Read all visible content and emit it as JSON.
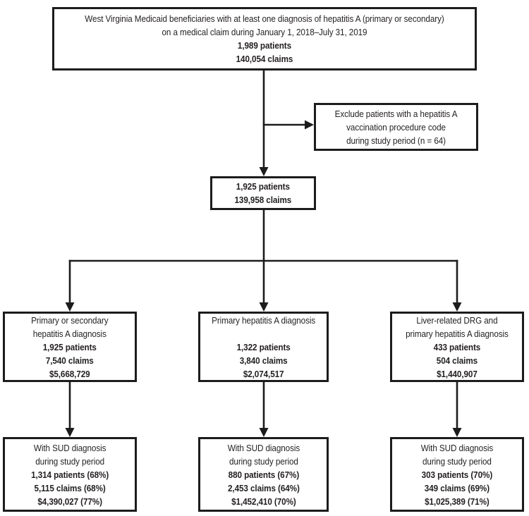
{
  "diagram": {
    "type": "flowchart",
    "colors": {
      "line": "#1c1c1c",
      "text": "#231f20",
      "background": "#ffffff"
    },
    "boxes": {
      "initial": {
        "lines": [
          "West Virginia Medicaid beneficiaries with at least one diagnosis of hepatitis A (primary or secondary)",
          "on a medical claim during January 1, 2018–July 31, 2019",
          "1,989 patients",
          "140,054 claims"
        ]
      },
      "exclusion": {
        "lines": [
          "Exclude patients with a hepatitis A",
          "vaccination procedure code",
          "during study period (n = 64)"
        ]
      },
      "post_exclusion": {
        "lines": [
          "1,925 patients",
          "139,958 claims"
        ]
      },
      "primary_or_secondary": {
        "title_lines": [
          "Primary or secondary",
          "hepatitis A diagnosis"
        ],
        "stats": [
          "1,925 patients",
          "7,540 claims",
          "$5,668,729"
        ]
      },
      "primary": {
        "title_lines": [
          "Primary hepatitis A diagnosis"
        ],
        "stats": [
          "1,322 patients",
          "3,840 claims",
          "$2,074,517"
        ]
      },
      "liver_drg": {
        "title_lines": [
          "Liver-related DRG and",
          "primary hepatitis A diagnosis"
        ],
        "stats": [
          "433 patients",
          "504 claims",
          "$1,440,907"
        ]
      },
      "sud_primary_or_secondary": {
        "title_lines": [
          "With SUD diagnosis",
          "during study period"
        ],
        "stats": [
          "1,314 patients (68%)",
          "5,115 claims (68%)",
          "$4,390,027 (77%)"
        ]
      },
      "sud_primary": {
        "title_lines": [
          "With SUD diagnosis",
          "during study period"
        ],
        "stats": [
          "880 patients (67%)",
          "2,453 claims (64%)",
          "$1,452,410 (70%)"
        ]
      },
      "sud_liver_drg": {
        "title_lines": [
          "With SUD diagnosis",
          "during study period"
        ],
        "stats": [
          "303 patients (70%)",
          "349 claims (69%)",
          "$1,025,389 (71%)"
        ]
      }
    }
  }
}
